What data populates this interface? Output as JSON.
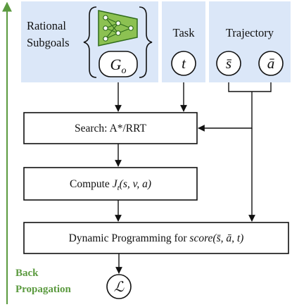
{
  "panel_subgoals": {
    "label_line1": "Rational",
    "label_line2": "Subgoals",
    "node_main": "G",
    "node_sub": "o"
  },
  "panel_task": {
    "label": "Task",
    "node": "t"
  },
  "panel_trajectory": {
    "label": "Trajectory",
    "node_state": "s̄",
    "node_action": "ā"
  },
  "search_box": {
    "text": "Search: A*/RRT"
  },
  "compute_box": {
    "prefix": "Compute ",
    "J": "J",
    "J_sub": "t",
    "args": "(s, v, a)"
  },
  "dp_box": {
    "prefix": "Dynamic Programming for ",
    "math": "score(s̄, ā, t)"
  },
  "loss_node": {
    "symbol": "ℒ"
  },
  "backprop": {
    "line1": "Back",
    "line2": "Propagation"
  },
  "colors": {
    "panel_fill": "#dbe7f8",
    "backprop_green": "#5b9a3f",
    "network_fill": "#8cc152",
    "network_stroke": "#2f6b1b",
    "stroke": "#111111"
  }
}
